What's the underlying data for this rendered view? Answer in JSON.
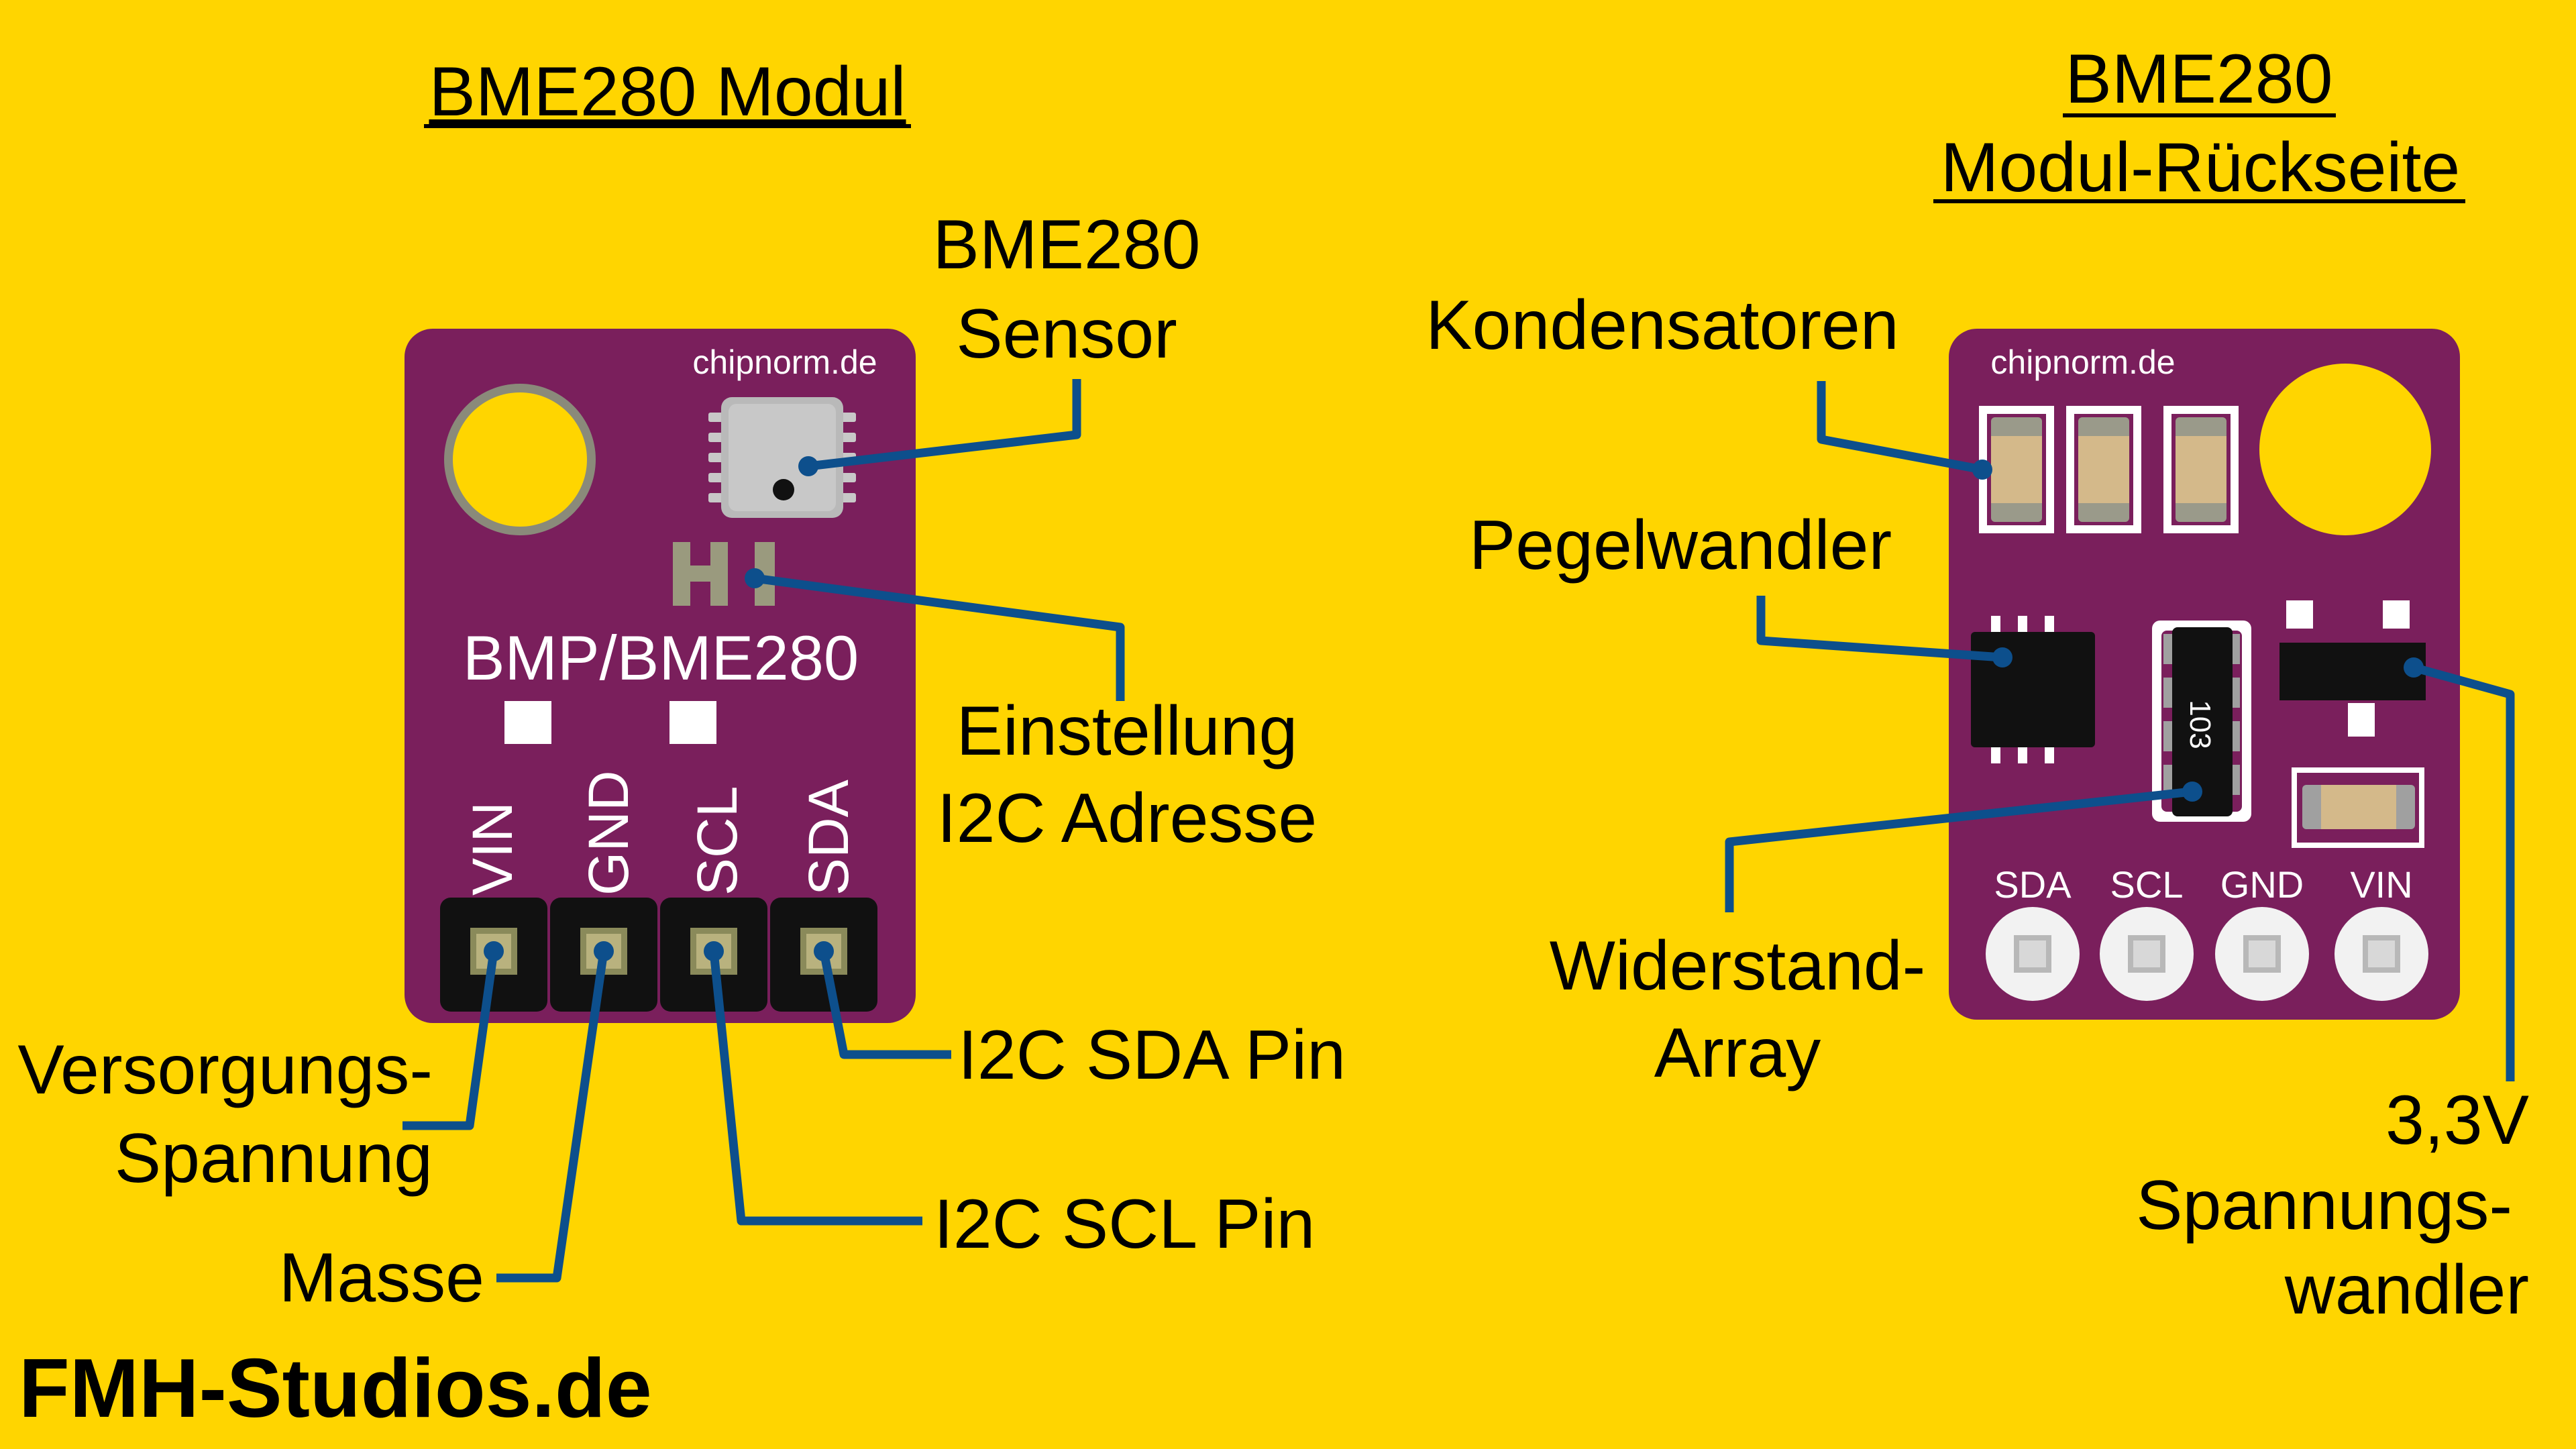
{
  "colors": {
    "background": "#FFD500",
    "board": "#7A1F5C",
    "board_edge": "#66184C",
    "leader_line": "#0D4F8C",
    "text": "#000000",
    "silkscreen": "#FFFFFF"
  },
  "front": {
    "title": "BME280 Modul",
    "silk_brand": "chipnorm.de",
    "silk_model": "BMP/BME280",
    "pins": [
      "VIN",
      "GND",
      "SCL",
      "SDA"
    ],
    "labels": {
      "sensor": [
        "BME280",
        "Sensor"
      ],
      "i2c_address": [
        "Einstellung",
        "I2C Adresse"
      ],
      "supply": [
        "Versorgungs-",
        "Spannung"
      ],
      "ground": "Masse",
      "scl": "I2C SCL Pin",
      "sda": "I2C SDA Pin"
    }
  },
  "back": {
    "title": [
      "BME280",
      "Modul-Rückseite"
    ],
    "silk_brand": "chipnorm.de",
    "pins": [
      "SDA",
      "SCL",
      "GND",
      "VIN"
    ],
    "resistor_code": "103",
    "labels": {
      "capacitors": "Kondensatoren",
      "level_shifter": "Pegelwandler",
      "resistor_array": [
        "Widerstand-",
        "Array"
      ],
      "regulator": [
        "3,3V",
        "Spannungs-",
        "wandler"
      ]
    }
  },
  "footer": {
    "brand": "FMH-Studios.de"
  }
}
